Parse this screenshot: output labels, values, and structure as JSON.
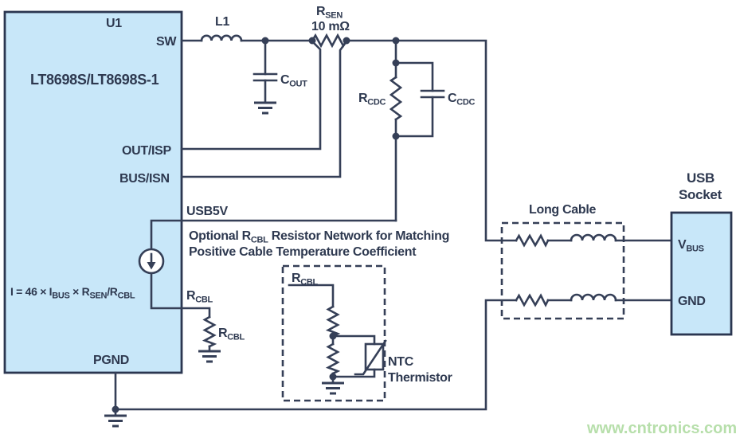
{
  "ic": {
    "ref": "U1",
    "part": "LT8698S/LT8698S-1",
    "pins": {
      "sw": "SW",
      "out_isp": "OUT/ISP",
      "bus_isn": "BUS/ISN",
      "usb5v": "USB5V",
      "rcbl": {
        "main": "R",
        "sub": "CBL"
      },
      "pgnd": "PGND"
    },
    "equation": [
      {
        "t": "I = 46 × I"
      },
      {
        "sub": "BUS"
      },
      {
        "t": " × R"
      },
      {
        "sub": "SEN"
      },
      {
        "t": "/R"
      },
      {
        "sub": "CBL"
      }
    ]
  },
  "components": {
    "l1": "L1",
    "rsen": {
      "main": "R",
      "sub": "SEN",
      "value": "10 mΩ"
    },
    "cout": {
      "main": "C",
      "sub": "OUT"
    },
    "rcdc": {
      "main": "R",
      "sub": "CDC"
    },
    "ccdc": {
      "main": "C",
      "sub": "CDC"
    },
    "rcbl": {
      "main": "R",
      "sub": "CBL"
    }
  },
  "note": {
    "line1": [
      {
        "t": "Optional R"
      },
      {
        "sub": "CBL"
      },
      {
        "t": " Resistor Network for Matching"
      }
    ],
    "line2": "Positive Cable Temperature Coefficient"
  },
  "rcbl_network": {
    "label": {
      "main": "R",
      "sub": "CBL"
    },
    "ntc_line1": "NTC",
    "ntc_line2": "Thermistor"
  },
  "long_cable": {
    "label": "Long Cable"
  },
  "usb_socket": {
    "title_line1": "USB",
    "title_line2": "Socket",
    "pins": {
      "vbus": {
        "main": "V",
        "sub": "BUS"
      },
      "gnd": "GND"
    }
  },
  "watermark": "www.cntronics.com",
  "colors": {
    "line": "#353f57",
    "ic_fill": "#c8e7f9",
    "text": "#2e3950",
    "watermark": "#b7dfab"
  }
}
